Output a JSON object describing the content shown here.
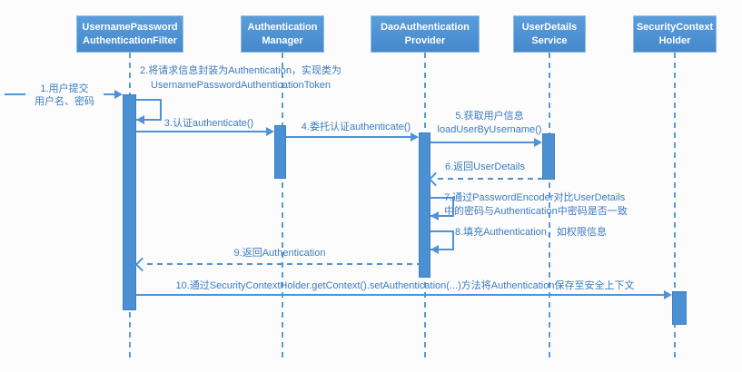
{
  "diagram": {
    "type": "uml-sequence",
    "subject": "Spring Security authentication flow"
  },
  "colors": {
    "box_fill": "#4e93d5",
    "line": "#4e93d5",
    "label_text": "#3c7cc2",
    "box_text": "#ffffff",
    "background": "#fcfcfc"
  },
  "actors": [
    {
      "label": "UsernamePassword\nAuthenticationFilter"
    },
    {
      "label": "Authentication\nManager"
    },
    {
      "label": "DaoAuthentication\nProvider"
    },
    {
      "label": "UserDetails\nService"
    },
    {
      "label": "SecurityContext\nHolder"
    }
  ],
  "messages": [
    {
      "n": 1,
      "label": "1.用户提交\n用户名、密码",
      "type": "solid",
      "from": "user",
      "to": "UsernamePasswordAuthenticationFilter"
    },
    {
      "n": 2,
      "label": "2.将请求信息封装为Authentication，实现类为\nUsernamePasswordAuthenticationToken",
      "type": "self",
      "from": "UsernamePasswordAuthenticationFilter",
      "to": "UsernamePasswordAuthenticationFilter"
    },
    {
      "n": 3,
      "label": "3.认证authenticate()",
      "type": "solid",
      "from": "UsernamePasswordAuthenticationFilter",
      "to": "AuthenticationManager"
    },
    {
      "n": 4,
      "label": "4.委托认证authenticate()",
      "type": "solid",
      "from": "AuthenticationManager",
      "to": "DaoAuthenticationProvider"
    },
    {
      "n": 5,
      "label": "5.获取用户信息\nloadUserByUsername()",
      "type": "solid",
      "from": "DaoAuthenticationProvider",
      "to": "UserDetailsService"
    },
    {
      "n": 6,
      "label": "6.返回UserDetails",
      "type": "return-dashed",
      "from": "UserDetailsService",
      "to": "DaoAuthenticationProvider"
    },
    {
      "n": 7,
      "label": "7.通过PasswordEncoder对比UserDetails\n中的密码与Authentication中密码是否一致",
      "type": "self",
      "from": "DaoAuthenticationProvider",
      "to": "DaoAuthenticationProvider"
    },
    {
      "n": 8,
      "label": "8.填充Authentication，如权限信息",
      "type": "self",
      "from": "DaoAuthenticationProvider",
      "to": "DaoAuthenticationProvider"
    },
    {
      "n": 9,
      "label": "9.返回Authentication",
      "type": "return-dashed",
      "from": "DaoAuthenticationProvider",
      "to": "UsernamePasswordAuthenticationFilter"
    },
    {
      "n": 10,
      "label": "10.通过SecurityContextHolder.getContext().setAuthentication(...)方法将Authentication保存至安全上下文",
      "type": "solid",
      "from": "UsernamePasswordAuthenticationFilter",
      "to": "SecurityContextHolder"
    }
  ]
}
